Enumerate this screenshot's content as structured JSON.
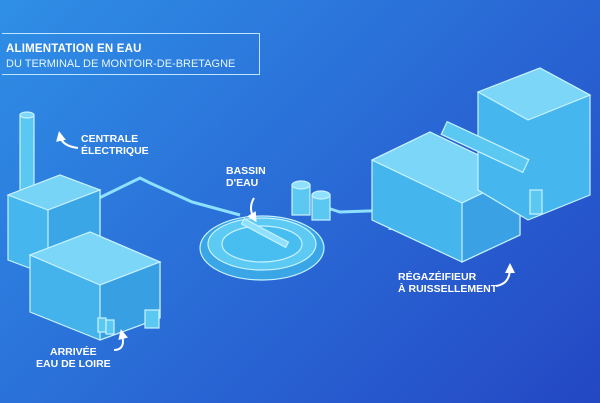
{
  "title": {
    "line1": "ALIMENTATION EN EAU",
    "line2": "DU TERMINAL DE MONTOIR-DE-BRETAGNE"
  },
  "labels": {
    "power_plant": [
      "CENTRALE",
      "ÉLECTRIQUE"
    ],
    "water_basin": [
      "BASSIN",
      "D'EAU"
    ],
    "regasifier": [
      "RÉGAZÉIFIEUR",
      "À RUISSELLEMENT"
    ],
    "water_intake": [
      "ARRIVÉE",
      "EAU DE LOIRE"
    ]
  },
  "colors": {
    "background_start": "#2f8fe6",
    "background_end": "#2447c4",
    "equipment_fill": "#4fc3f5",
    "equipment_outline": "#bfefff",
    "arrow": "#ffffff"
  },
  "icons": [
    "curved-arrow-icon"
  ]
}
